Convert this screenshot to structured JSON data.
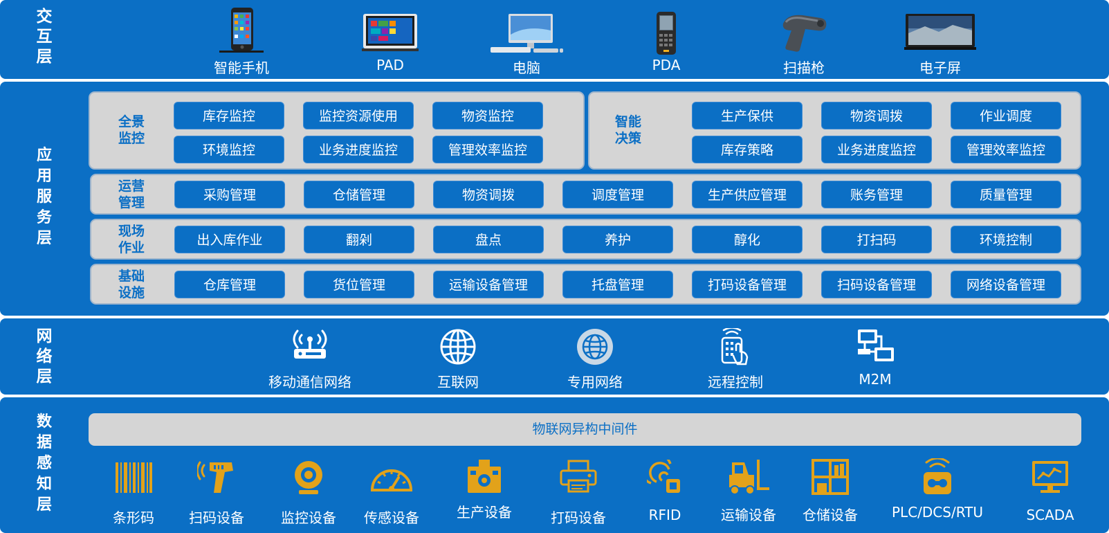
{
  "colors": {
    "band": "#0b6fc5",
    "panel": "#d5d5d5",
    "accent_gold": "#e2a21a"
  },
  "interaction_layer": {
    "label": "交\n互\n层",
    "devices": [
      {
        "label": "智能手机",
        "icon": "smartphone-icon"
      },
      {
        "label": "PAD",
        "icon": "tablet-icon"
      },
      {
        "label": "电脑",
        "icon": "desktop-computer-icon"
      },
      {
        "label": "PDA",
        "icon": "pda-icon"
      },
      {
        "label": "扫描枪",
        "icon": "barcode-scanner-gun-icon"
      },
      {
        "label": "电子屏",
        "icon": "display-screen-icon"
      }
    ]
  },
  "app_service_layer": {
    "label": "应\n用\n服\n务\n层",
    "panels": [
      {
        "category": "全景\n监控",
        "modules": [
          "库存监控",
          "监控资源使用",
          "物资监控",
          "环境监控",
          "业务进度监控",
          "管理效率监控"
        ]
      },
      {
        "category": "智能\n决策",
        "modules": [
          "生产保供",
          "物资调拨",
          "作业调度",
          "库存策略",
          "业务进度监控",
          "管理效率监控"
        ]
      },
      {
        "category": "运营\n管理",
        "modules": [
          "采购管理",
          "仓储管理",
          "物资调拨",
          "调度管理",
          "生产供应管理",
          "账务管理",
          "质量管理"
        ]
      },
      {
        "category": "现场\n作业",
        "modules": [
          "出入库作业",
          "翻剁",
          "盘点",
          "养护",
          "醇化",
          "打扫码",
          "环境控制"
        ]
      },
      {
        "category": "基础\n设施",
        "modules": [
          "仓库管理",
          "货位管理",
          "运输设备管理",
          "托盘管理",
          "打码设备管理",
          "扫码设备管理",
          "网络设备管理"
        ]
      }
    ]
  },
  "network_layer": {
    "label": "网\n络\n层",
    "items": [
      {
        "label": "移动通信网络",
        "icon": "wireless-router-icon"
      },
      {
        "label": "互联网",
        "icon": "globe-icon"
      },
      {
        "label": "专用网络",
        "icon": "private-network-globe-icon"
      },
      {
        "label": "远程控制",
        "icon": "remote-control-icon"
      },
      {
        "label": "M2M",
        "icon": "machine-to-machine-icon"
      }
    ]
  },
  "data_perception_layer": {
    "label": "数\n据\n感\n知\n层",
    "middleware": "物联网异构中间件",
    "devices": [
      {
        "label": "条形码",
        "icon": "barcode-icon"
      },
      {
        "label": "扫码设备",
        "icon": "scanner-icon"
      },
      {
        "label": "监控设备",
        "icon": "camera-icon"
      },
      {
        "label": "传感设备",
        "icon": "gauge-icon"
      },
      {
        "label": "生产设备",
        "icon": "production-machine-icon"
      },
      {
        "label": "打码设备",
        "icon": "printer-icon"
      },
      {
        "label": "RFID",
        "icon": "rfid-icon"
      },
      {
        "label": "运输设备",
        "icon": "forklift-icon"
      },
      {
        "label": "仓储设备",
        "icon": "shelving-icon"
      },
      {
        "label": "PLC/DCS/RTU",
        "icon": "plc-controller-icon"
      },
      {
        "label": "SCADA",
        "icon": "scada-monitor-icon"
      }
    ]
  }
}
